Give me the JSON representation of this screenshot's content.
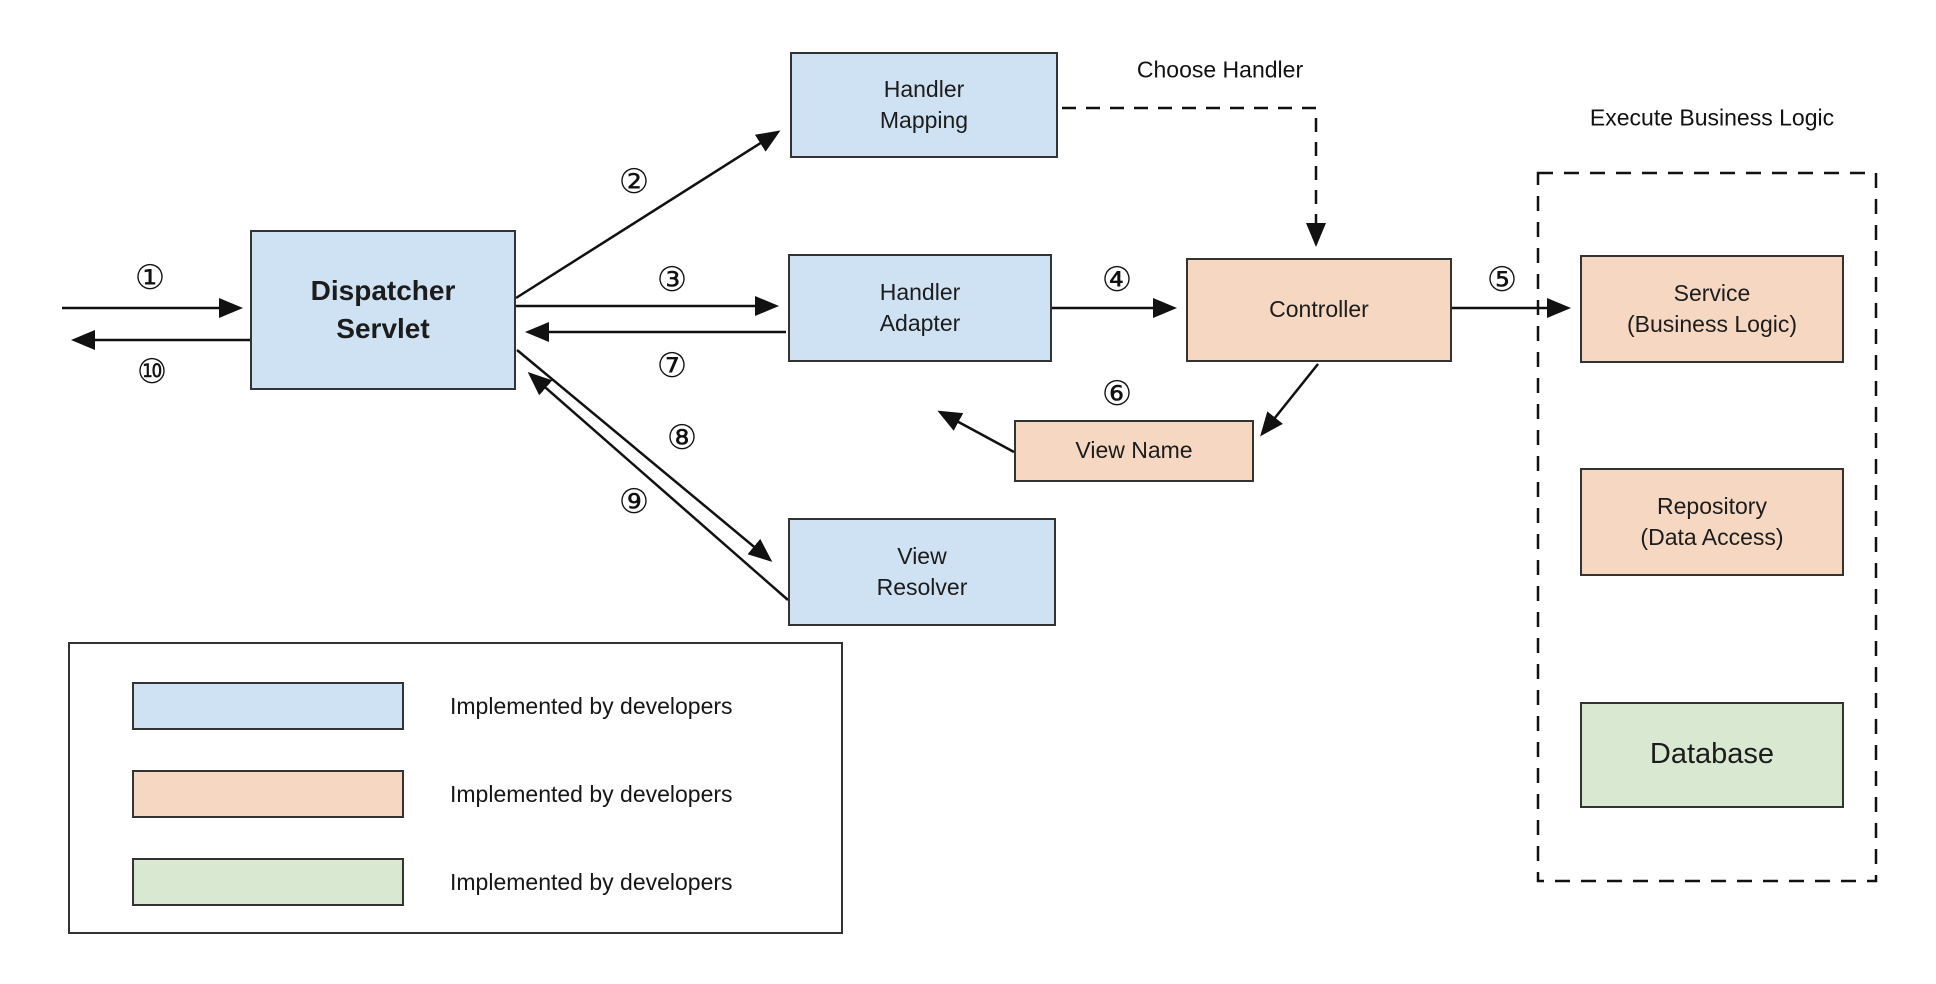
{
  "diagram": {
    "title_note": "",
    "nodes": {
      "dispatcher_servlet": "Dispatcher\nServlet",
      "handler_mapping": "Handler\nMapping",
      "handler_adapter": "Handler\nAdapter",
      "controller": "Controller",
      "view_name": "View Name",
      "view_resolver": "View\nResolver",
      "service": "Service\n(Business Logic)",
      "repository": "Repository\n(Data Access)",
      "database": "Database"
    },
    "annotations": {
      "choose_handler": "Choose Handler",
      "execute_business_logic": "Execute Business Logic"
    },
    "steps": {
      "s1": "①",
      "s2": "②",
      "s3": "③",
      "s4": "④",
      "s5": "⑤",
      "s6": "⑥",
      "s7": "⑦",
      "s8": "⑧",
      "s9": "⑨",
      "s10": "⑩"
    },
    "legend": {
      "items": [
        {
          "color": "#cfe2f3",
          "label": "Implemented by developers"
        },
        {
          "color": "#f6d8c2",
          "label": "Implemented by developers"
        },
        {
          "color": "#d9e8d1",
          "label": "Implemented by developers"
        }
      ]
    },
    "colors": {
      "developer_blue": "#cfe2f3",
      "framework_peach": "#f6d8c2",
      "database_green": "#d9e8d1",
      "line": "#111111",
      "border": "#333333"
    }
  }
}
